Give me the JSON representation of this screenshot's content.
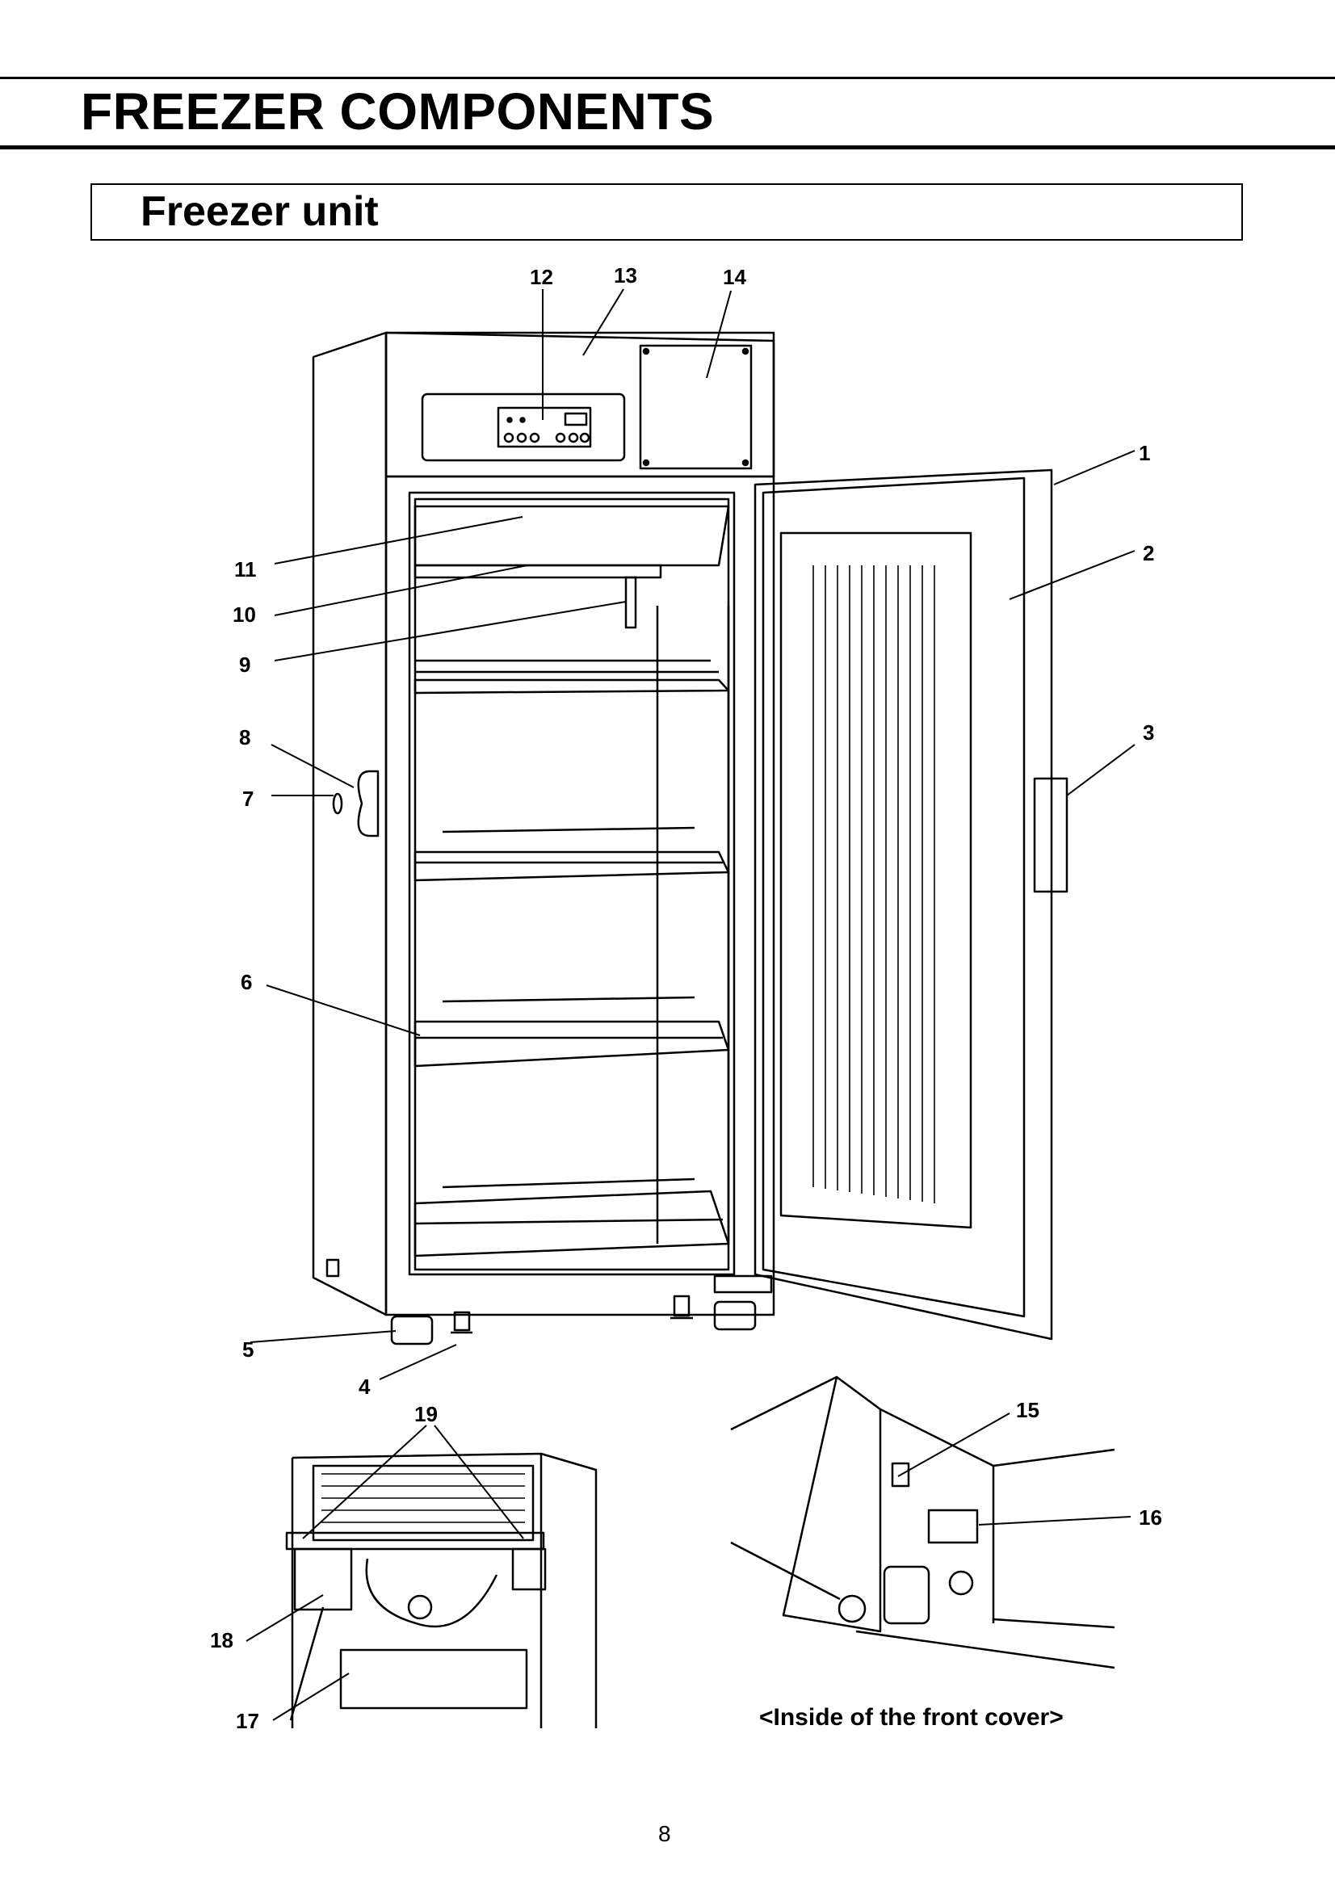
{
  "header": {
    "title": "FREEZER COMPONENTS"
  },
  "section": {
    "title": "Freezer unit"
  },
  "callouts": {
    "c1": "1",
    "c2": "2",
    "c3": "3",
    "c4": "4",
    "c5": "5",
    "c6": "6",
    "c7": "7",
    "c8": "8",
    "c9": "9",
    "c10": "10",
    "c11": "11",
    "c12": "12",
    "c13": "13",
    "c14": "14",
    "c15": "15",
    "c16": "16",
    "c17": "17",
    "c18": "18",
    "c19": "19"
  },
  "caption": "<Inside of the front cover>",
  "footer": {
    "page_number": "8"
  }
}
